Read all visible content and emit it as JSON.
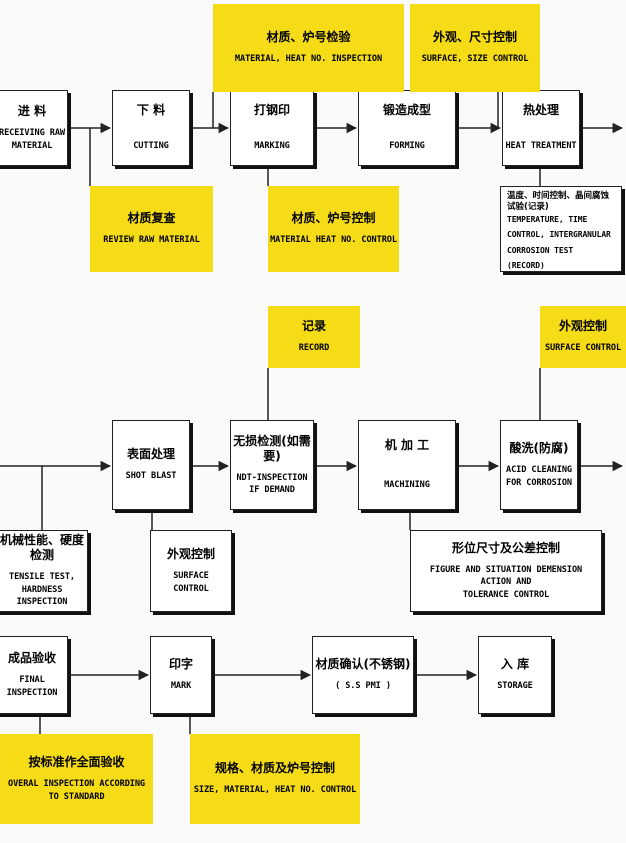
{
  "steps": {
    "receiving": {
      "zh": "进  料",
      "en": "RECEIVING RAW\nMATERIAL"
    },
    "cutting": {
      "zh": "下  料",
      "en": "CUTTING"
    },
    "marking_stamp": {
      "zh": "打钢印",
      "en": "MARKING"
    },
    "forming": {
      "zh": "锻造成型",
      "en": "FORMING"
    },
    "heat": {
      "zh": "热处理",
      "en": "HEAT TREATMENT"
    },
    "shot_blast": {
      "zh": "表面处理",
      "en": "SHOT BLAST"
    },
    "ndt": {
      "zh": "无损检测(如需要)",
      "en": "NDT-INSPECTION\nIF DEMAND"
    },
    "machining": {
      "zh": "机 加 工",
      "en": "MACHINING"
    },
    "acid": {
      "zh": "酸洗(防腐)",
      "en": "ACID CLEANING\nFOR CORROSION"
    },
    "final": {
      "zh": "成品验收",
      "en": "FINAL\nINSPECTION"
    },
    "mark": {
      "zh": "印字",
      "en": "MARK"
    },
    "pmi": {
      "zh": "材质确认(不锈钢)",
      "en": "( S.S PMI )"
    },
    "storage": {
      "zh": "入  库",
      "en": "STORAGE"
    }
  },
  "checks": {
    "material_inspection": {
      "zh": "材质、炉号检验",
      "en": "MATERIAL, HEAT NO. INSPECTION"
    },
    "surface_size": {
      "zh": "外观、尺寸控制",
      "en": "SURFACE, SIZE CONTROL"
    },
    "review_raw": {
      "zh": "材质复查",
      "en": "REVIEW RAW MATERIAL"
    },
    "material_control": {
      "zh": "材质、炉号控制",
      "en": "MATERIAL HEAT NO. CONTROL"
    },
    "heat_record": {
      "zh": "温度、时间控制、晶间腐蚀试验(记录)",
      "en": "TEMPERATURE, TIME\nCONTROL, INTERGRANULAR\nCORROSION TEST (RECORD)"
    },
    "record": {
      "zh": "记录",
      "en": "RECORD"
    },
    "surface_control_acid": {
      "zh": "外观控制",
      "en": "SURFACE CONTROL"
    },
    "tensile": {
      "zh": "机械性能、硬度检测",
      "en": "TENSILE TEST,\nHARDNESS INSPECTION"
    },
    "surface_control_blast": {
      "zh": "外观控制",
      "en": "SURFACE CONTROL"
    },
    "figure_tolerance": {
      "zh": "形位尺寸及公差控制",
      "en": "FIGURE AND SITUATION DEMENSION ACTION AND\nTOLERANCE CONTROL"
    },
    "overall": {
      "zh": "按标准作全面验收",
      "en": "OVERAL INSPECTION ACCORDING\nTO STANDARD"
    },
    "size_material": {
      "zh": "规格、材质及炉号控制",
      "en": "SIZE, MATERIAL, HEAT NO. CONTROL"
    }
  },
  "colors": {
    "highlight": "#f5dc16",
    "line": "#222222",
    "background": "#fafafa"
  }
}
